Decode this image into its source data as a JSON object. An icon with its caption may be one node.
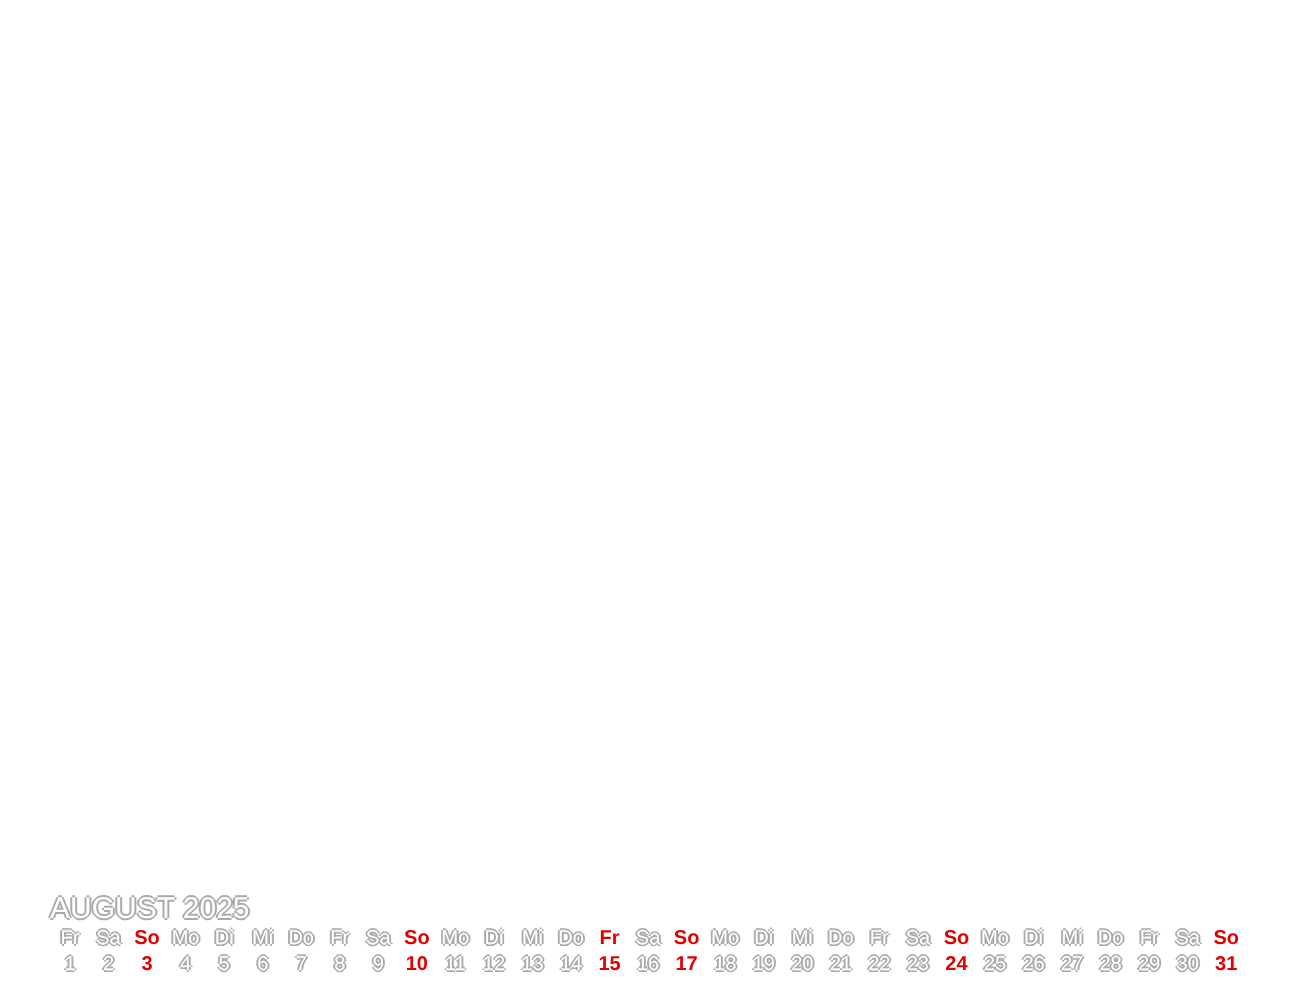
{
  "diagram": {
    "title": "AUGUST 2025",
    "labels": [
      "Fr",
      "Sa",
      "So",
      "Mo",
      "Di",
      "Mi",
      "Do",
      "Fr",
      "Sa",
      "So",
      "Mo",
      "Di",
      "Mi",
      "Do",
      "Fr",
      "Sa",
      "So",
      "Mo",
      "Di",
      "Mi",
      "Do",
      "Fr",
      "Sa",
      "So",
      "Mo",
      "Di",
      "Mi",
      "Do",
      "Fr",
      "Sa",
      "So",
      "1",
      "2",
      "3",
      "4",
      "5",
      "6",
      "7",
      "8",
      "9",
      "10",
      "11",
      "12",
      "13",
      "14",
      "15",
      "16",
      "17",
      "18",
      "19",
      "20",
      "21",
      "22",
      "23",
      "24",
      "25",
      "26",
      "27",
      "28",
      "29",
      "30",
      "31"
    ]
  }
}
